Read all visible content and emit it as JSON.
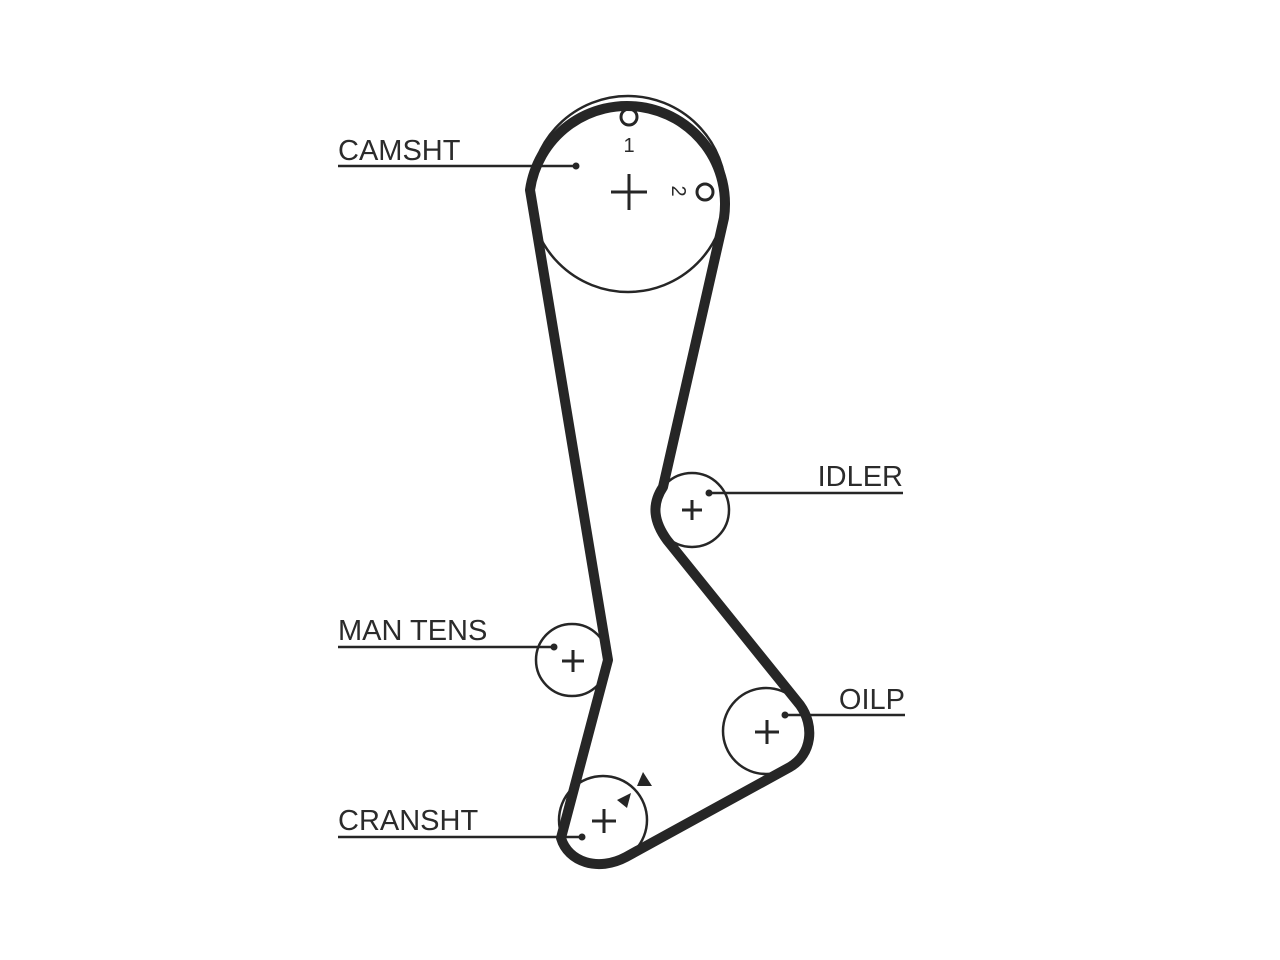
{
  "labels": {
    "camshaft": "CAMSHT",
    "idler": "IDLER",
    "manual_tensioner": "MAN TENS",
    "oil_pump": "OILP",
    "crankshaft": "CRANSHT"
  },
  "timing_marks": {
    "mark_1": "1",
    "mark_2": "2"
  },
  "colors": {
    "belt": "#262626",
    "pulley_outline": "#262626",
    "text": "#2b2b2b",
    "background": "#ffffff"
  }
}
